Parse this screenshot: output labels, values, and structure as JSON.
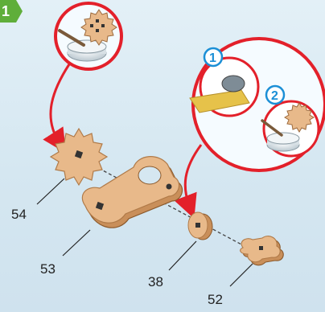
{
  "step": {
    "number": "1",
    "color": "#5fae3a"
  },
  "parts": [
    {
      "id": "54",
      "label": "54"
    },
    {
      "id": "53",
      "label": "53"
    },
    {
      "id": "38",
      "label": "38"
    },
    {
      "id": "52",
      "label": "52"
    }
  ],
  "substeps": [
    {
      "label": "1"
    },
    {
      "label": "2"
    }
  ],
  "colors": {
    "callout": "#e3202a",
    "wood": "#e8b98a",
    "wood_dark": "#c98f5a",
    "bubble_blue": "#1b8fd6"
  }
}
